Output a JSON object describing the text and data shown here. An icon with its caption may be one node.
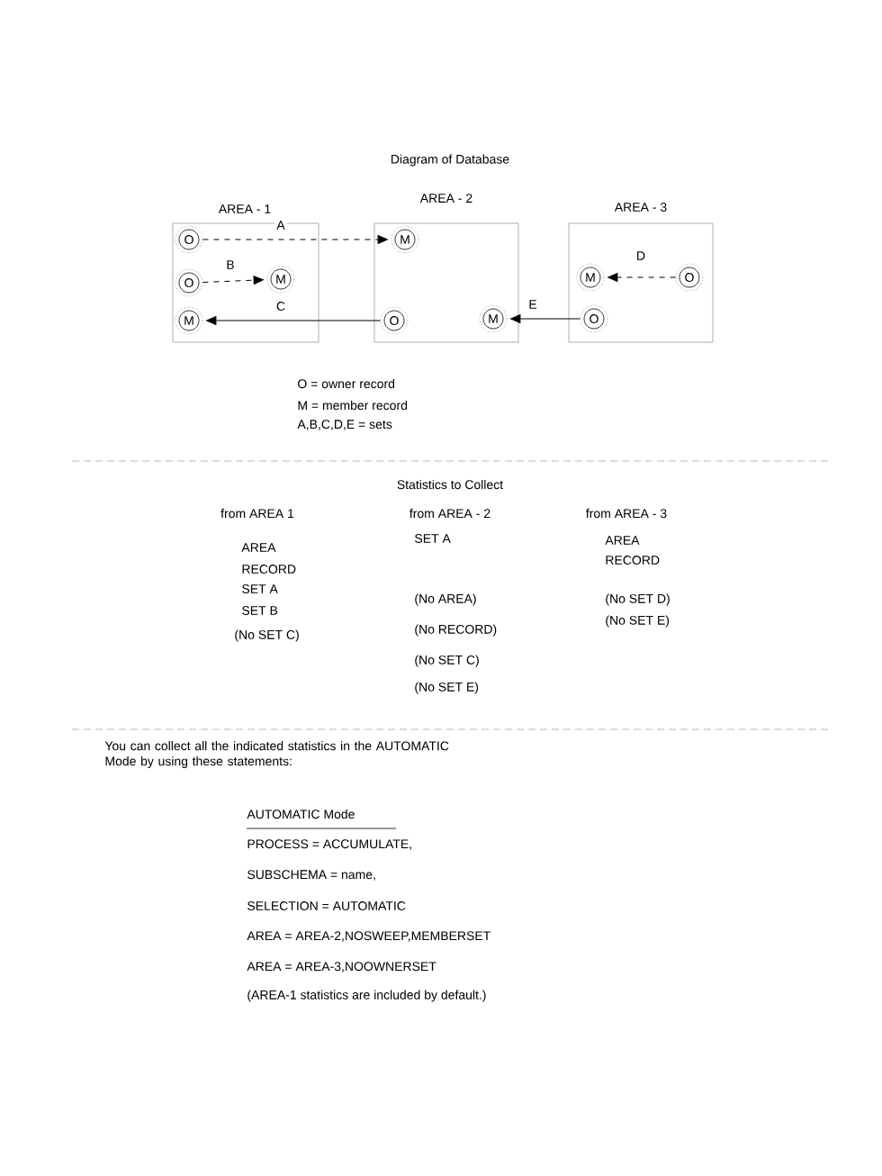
{
  "diagram": {
    "title": "Diagram of Database",
    "nodes": [
      {
        "text": [
          "AREA - 1"
        ]
      },
      {
        "text": [
          "AREA - 2"
        ]
      },
      {
        "text": [
          "AREA - 3"
        ]
      },
      {
        "text": [
          "O"
        ],
        "in": 0
      },
      {
        "text": [
          "O"
        ],
        "in": 0
      },
      {
        "text": [
          "M"
        ],
        "in": 0
      },
      {
        "text": [
          "M"
        ],
        "in": 0
      },
      {
        "text": [
          "M"
        ],
        "in": 1
      },
      {
        "text": [
          "O"
        ],
        "in": 1
      },
      {
        "text": [
          "M"
        ],
        "in": 1
      },
      {
        "text": [
          "M"
        ],
        "in": 2
      },
      {
        "text": [
          "O"
        ],
        "in": 2
      },
      {
        "text": [
          "O"
        ],
        "in": 2
      }
    ],
    "edges": [
      {
        "from": 3,
        "to": 7,
        "arrow": "to",
        "label": "A",
        "style": "dashed"
      },
      {
        "from": 4,
        "to": 5,
        "arrow": "to",
        "label": "B",
        "style": "dashed"
      },
      {
        "from": 8,
        "to": 6,
        "arrow": "to",
        "label": "C"
      },
      {
        "from": 11,
        "to": 10,
        "arrow": "to",
        "label": "D",
        "style": "dashed"
      },
      {
        "from": 12,
        "to": 9,
        "arrow": "to",
        "label": "E"
      }
    ],
    "labels": [
      "O = owner record",
      "M = member record",
      "A,B,C,D,E = sets",
      "Statistics to Collect",
      "from AREA 1",
      "from AREA - 2",
      "from AREA - 3",
      "AREA",
      "RECORD",
      "SET A",
      "SET B",
      "(No SET C)",
      "SET A",
      "(No AREA)",
      "(No RECORD)",
      "(No SET C)",
      "(No SET E)",
      "AREA",
      "RECORD",
      "(No SET D)",
      "(No SET E)",
      "You can collect all the indicated statistics in the AUTOMATIC Mode by using these statements:",
      "AUTOMATIC Mode",
      "PROCESS = ACCUMULATE,",
      "SUBSCHEMA = name,",
      "SELECTION = AUTOMATIC",
      "AREA = AREA-2,NOSWEEP,MEMBERSET",
      "AREA = AREA-3,NOOWNERSET",
      "(AREA-1 statistics are included by default.)"
    ]
  }
}
